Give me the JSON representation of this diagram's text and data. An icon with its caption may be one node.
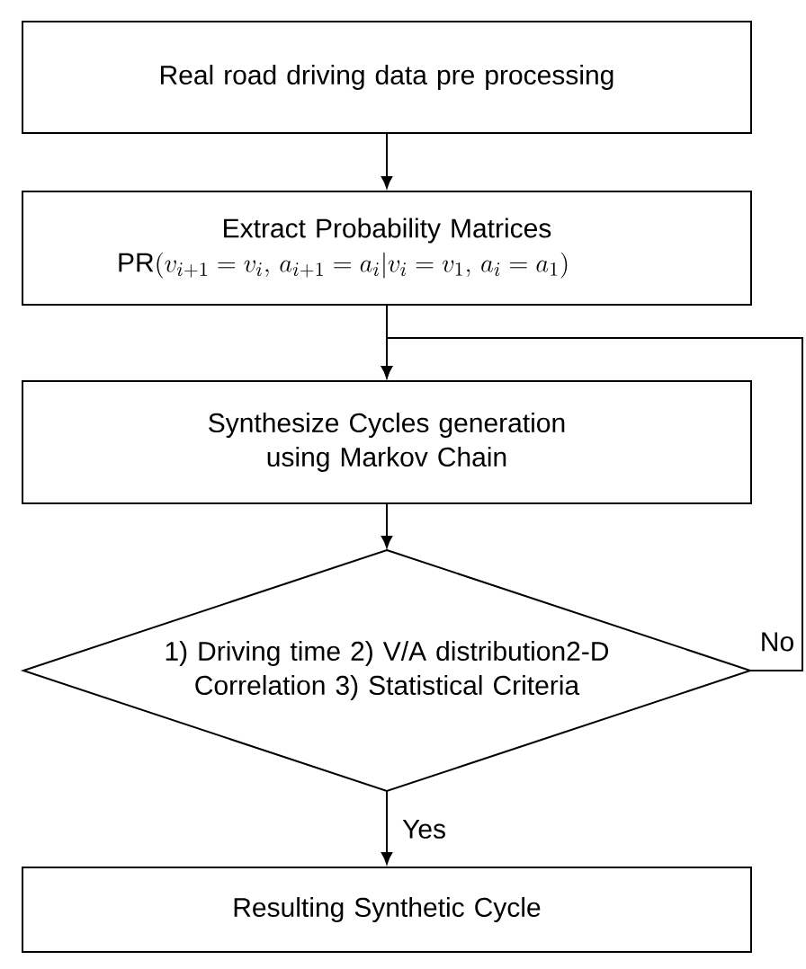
{
  "diagram": {
    "nodes": [
      {
        "text": [
          "Real road driving data pre processing"
        ]
      },
      {
        "text": [
          "Extract Probability Matrices",
          "\\mathrm{PR}(v_{i+1} = v_i,\\, a_{i+1} = a_i | v_i = v_1,\\, a_i = a_1)"
        ]
      },
      {
        "text": [
          "Synthesize Cycles generation using Markov Chain"
        ]
      },
      {
        "text": [
          "1) Driving time 2) V/A distribution2-D Correlation 3) Statistical Criteria"
        ]
      },
      {
        "text": [
          "Resulting Synthetic Cycle"
        ]
      }
    ],
    "edges": [
      {
        "from": 0,
        "to": 1,
        "arrow": "to"
      },
      {
        "from": 1,
        "to": 2,
        "arrow": "to"
      },
      {
        "from": 2,
        "to": 3,
        "arrow": "to"
      },
      {
        "from": 3,
        "to": 4,
        "label": "Yes",
        "arrow": "to"
      },
      {
        "from": 3,
        "to": 2,
        "label": "No",
        "arrow": "to"
      }
    ]
  }
}
